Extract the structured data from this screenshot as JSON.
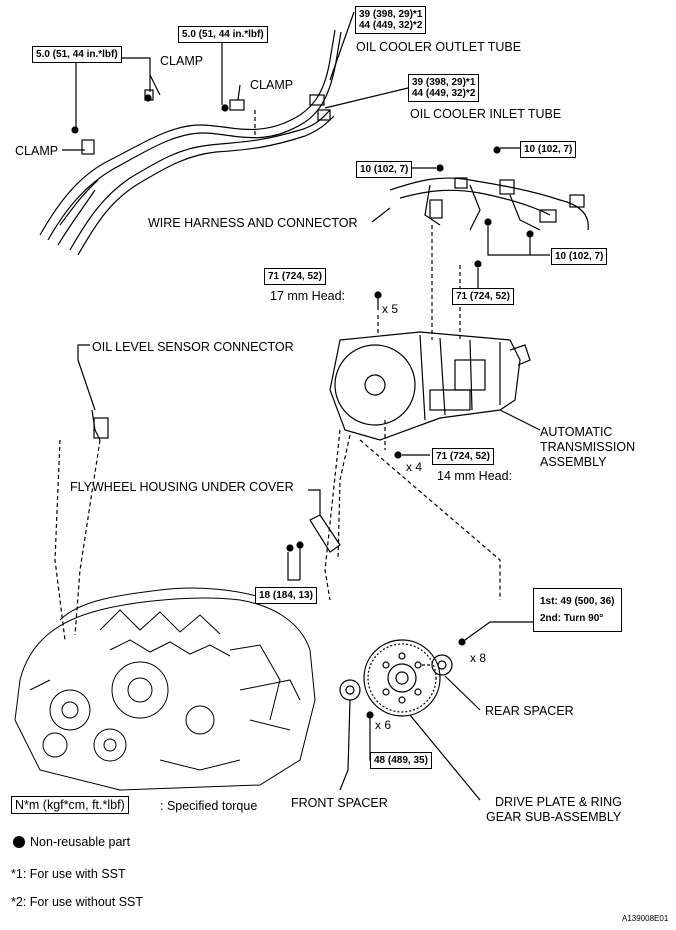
{
  "labels": {
    "oil_cooler_outlet_tube": "OIL COOLER OUTLET TUBE",
    "oil_cooler_inlet_tube": "OIL COOLER INLET TUBE",
    "clamp_1": "CLAMP",
    "clamp_2": "CLAMP",
    "clamp_left": "CLAMP",
    "wire_harness": "WIRE HARNESS AND CONNECTOR",
    "oil_level_sensor": "OIL LEVEL SENSOR CONNECTOR",
    "head_17": "17 mm Head:",
    "head_14": "14 mm Head:",
    "auto_trans_1": "AUTOMATIC",
    "auto_trans_2": "TRANSMISSION",
    "auto_trans_3": "ASSEMBLY",
    "flywheel_cover": "FLYWHEEL HOUSING UNDER COVER",
    "rear_spacer": "REAR SPACER",
    "front_spacer": "FRONT SPACER",
    "drive_plate_1": "DRIVE PLATE & RING",
    "drive_plate_2": "GEAR SUB-ASSEMBLY"
  },
  "torques": {
    "t_50_a": "5.0 (51, 44 in.*lbf)",
    "t_50_b": "5.0 (51, 44 in.*lbf)",
    "outlet_1": "39 (398, 29)*1",
    "outlet_2": "44 (449, 32)*2",
    "inlet_1": "39 (398, 29)*1",
    "inlet_2": "44 (449, 32)*2",
    "t_10_a": "10 (102, 7)",
    "t_10_b": "10 (102, 7)",
    "t_10_c": "10 (102, 7)",
    "t_71_a": "71 (724, 52)",
    "t_71_b": "71 (724, 52)",
    "t_71_c": "71 (724, 52)",
    "t_18": "18 (184, 13)",
    "t_1st": "1st: 49 (500, 36)",
    "t_2nd": "2nd: Turn 90°",
    "t_48": "48 (489, 35)"
  },
  "multipliers": {
    "x5": "x 5",
    "x4": "x 4",
    "x8": "x 8",
    "x6": "x 6"
  },
  "legend": {
    "unit": "N*m (kgf*cm, ft.*lbf)",
    "unit_desc": ": Specified torque",
    "non_reusable": "Non-reusable part",
    "note1": "*1: For use with SST",
    "note2": "*2: For use without SST"
  },
  "figure_id": "A139008E01"
}
